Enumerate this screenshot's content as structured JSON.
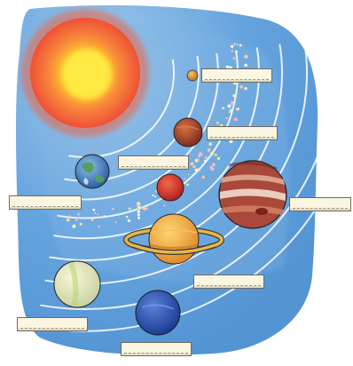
{
  "title": "",
  "planets": [
    {
      "id": "mercury",
      "label": ""
    },
    {
      "id": "venus",
      "label": ""
    },
    {
      "id": "earth",
      "label": ""
    },
    {
      "id": "mars",
      "label": ""
    },
    {
      "id": "jupiter",
      "label": ""
    },
    {
      "id": "saturn",
      "label": ""
    },
    {
      "id": "uranus",
      "label": ""
    },
    {
      "id": "neptune",
      "label": ""
    }
  ],
  "label_boxes": [
    "",
    "",
    "",
    "",
    "",
    "",
    "",
    ""
  ],
  "colors": {
    "sky": "#4f93d3",
    "sky_light": "#a9d0ef",
    "sun_core": "#ffe23a",
    "sun_outer": "#f0583a",
    "orbit": "#ffffff",
    "asteroid": "#f2b8c8"
  }
}
